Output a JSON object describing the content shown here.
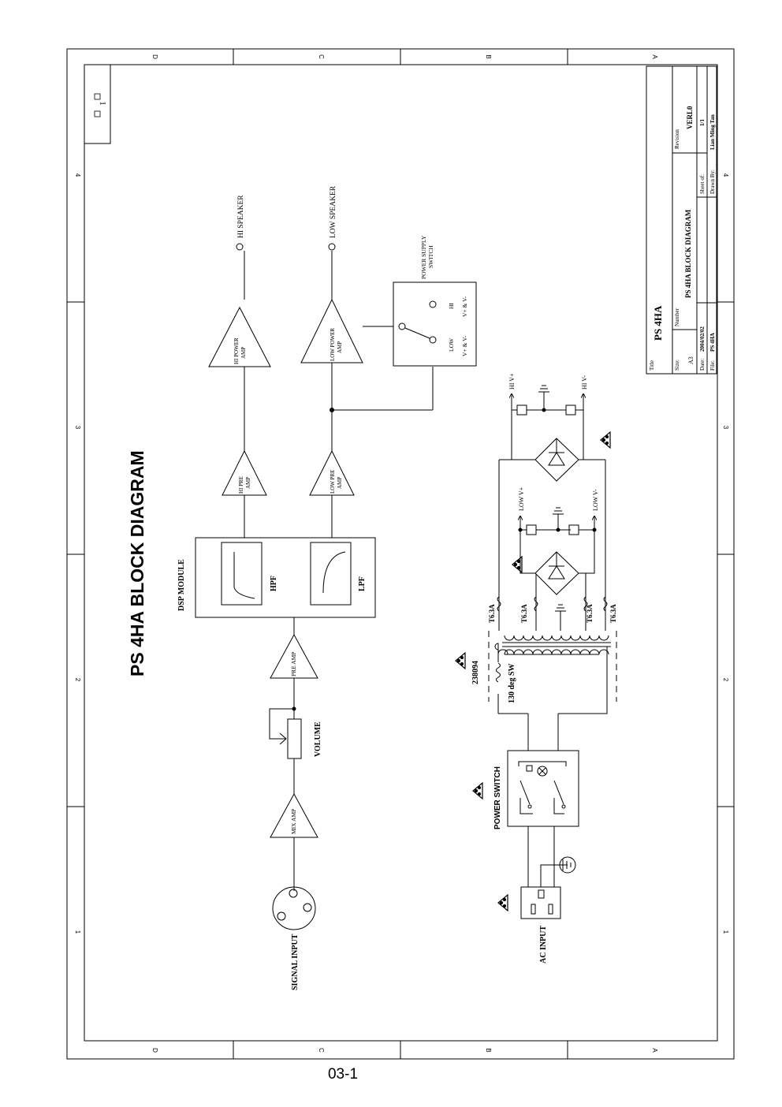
{
  "diagram": {
    "title": "PS 4HA  BLOCK DIAGRAM",
    "zone_letters": [
      "D",
      "C",
      "B",
      "A"
    ],
    "zone_numbers": [
      "1",
      "2",
      "3",
      "4"
    ],
    "corner_box": "1",
    "blocks": {
      "signal_input": "SIGNAL INPUT",
      "mix_amp": "MIX AMP",
      "volume": "VOLUME",
      "pre_amp": "PRE AMP",
      "dsp_module": "DSP MODULE",
      "hpf": "HPF",
      "lpf": "LPF",
      "hi_pre_amp_1": "HI PRE",
      "hi_pre_amp_2": "AMP",
      "low_pre_amp_1": "LOW PRE",
      "low_pre_amp_2": "AMP",
      "hi_power_amp_1": "HI POWER",
      "hi_power_amp_2": "AMP",
      "low_power_amp_1": "LOW POWER",
      "low_power_amp_2": "AMP",
      "hi_speaker": "HI SPEAKER",
      "low_speaker": "LOW SPEAKER",
      "ps_switch_1": "POWER SUPPLY",
      "ps_switch_2": "SWITCH",
      "ps_low": "LOW",
      "ps_low_v": "V+ & V-",
      "ps_hi": "HI",
      "ps_hi_v": "V+ & V-",
      "ac_input": "AC INPUT",
      "power_switch": "POWER SWITCH",
      "thermal_code": "238094",
      "thermal_sw": "130 deg SW",
      "fuse": "T6.3A",
      "low_vplus": "LOW V+",
      "low_vminus": "LOW V-",
      "hi_vplus": "HI V+",
      "hi_vminus": "HI V-"
    }
  },
  "title_block": {
    "title_label": "Title",
    "title": "PS 4HA",
    "size_label": "Size:",
    "size": "A3",
    "number_label": "Number",
    "number": "PS 4HA  BLOCK DIAGRAM",
    "revision_label": "Revision",
    "revision": "VERL0",
    "date_label": "Date:",
    "date": "2004/02/02",
    "sheet_label": "Sheet   of:",
    "sheet": "1/1",
    "file_label": "File:",
    "file": "PS 4HA",
    "drawn_label": "Drawn By:",
    "drawn_by": "Lian Ming Tan"
  },
  "page_number": "03-1"
}
